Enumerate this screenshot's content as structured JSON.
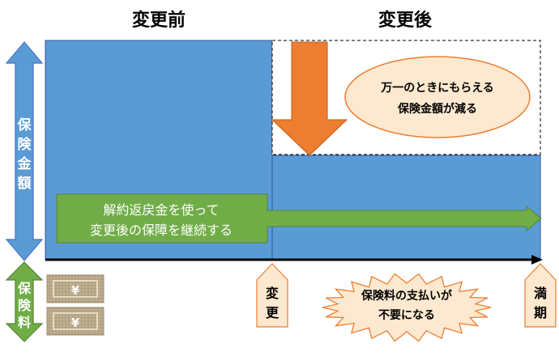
{
  "headers": {
    "before": "変更前",
    "after": "変更後"
  },
  "left_axis": {
    "amount_label": [
      "保",
      "険",
      "金",
      "額"
    ],
    "premium_label": [
      "保",
      "険",
      "料"
    ]
  },
  "callout_reduced": [
    "万一のときにもらえる",
    "保険金額が減る"
  ],
  "green_arrow_text": [
    "解約返戻金を使って",
    "変更後の保障を継続する"
  ],
  "change_tag": [
    "変",
    "更"
  ],
  "maturity_tag": [
    "満",
    "期"
  ],
  "burst_text": [
    "保険料の支払いが",
    "不要になる"
  ],
  "premium_tickets": [
    {
      "symbol": "¥"
    },
    {
      "symbol": "¥"
    }
  ],
  "colors": {
    "block_blue": "#5b9bd5",
    "axis_blue": "#4472c4",
    "arrow_orange": "#ed7d31",
    "callout_fill": "#fde9d0",
    "callout_stroke": "#ed7d31",
    "green": "#70ad47",
    "tag_fill": "#fde9d0",
    "ticket": "#b9a88a"
  }
}
